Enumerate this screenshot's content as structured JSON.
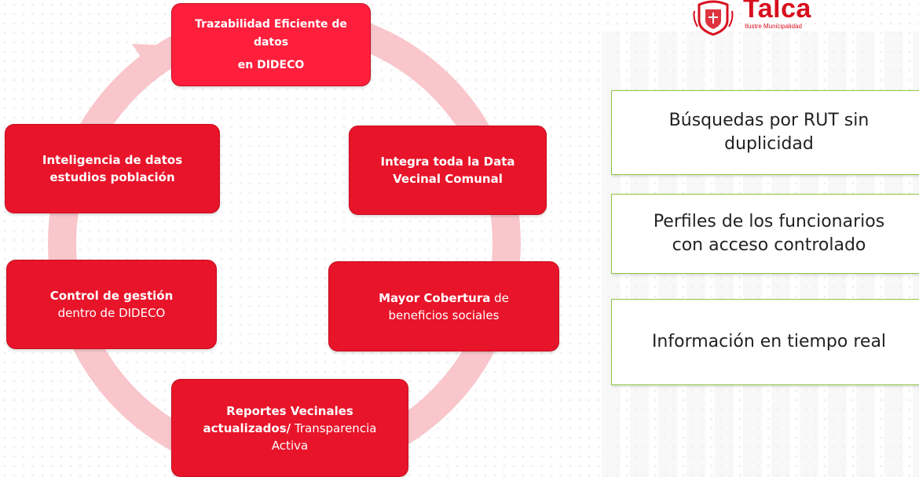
{
  "logo": {
    "name": "Talca",
    "subtitle": "Ilustre Municipalidad"
  },
  "cycle": {
    "nodes": {
      "trazabilidad": {
        "line1": "Trazabilidad Eficiente de",
        "line2": "datos",
        "line3": "en DIDECO"
      },
      "integra": {
        "line1": "Integra toda la Data",
        "line2": "Vecinal Comunal"
      },
      "mayor": {
        "bold": "Mayor Cobertura",
        "rest1": " de",
        "line2": "beneficios sociales"
      },
      "reportes": {
        "line1": "Reportes Vecinales",
        "bold2": "actualizados/",
        "rest2": " Transparencia",
        "line3": "Activa"
      },
      "control": {
        "line1": "Control de gestión",
        "line2": "dentro de DIDECO"
      },
      "inteligencia": {
        "line1": "Inteligencia de datos",
        "line2": "estudios población"
      }
    }
  },
  "features": {
    "items": [
      {
        "line1": "Búsquedas por RUT sin",
        "line2": "duplicidad"
      },
      {
        "line1": "Perfiles de los funcionarios",
        "line2": "con acceso controlado"
      },
      {
        "line1": "Información en tiempo real"
      }
    ]
  },
  "colors": {
    "node_red": "#e8142a",
    "ring_pink": "#f8c6cb",
    "card_border": "#8dc63f",
    "brand_red": "#d8101f"
  }
}
